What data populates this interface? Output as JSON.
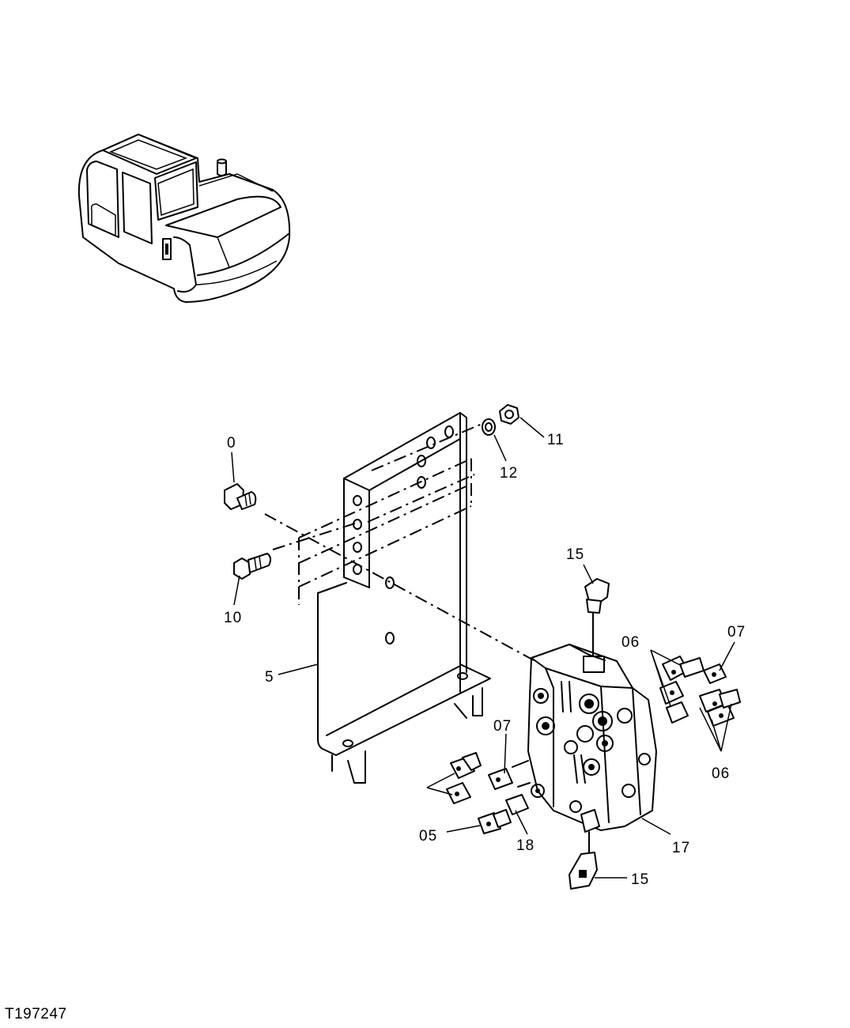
{
  "figure": {
    "id": "T197247"
  },
  "callouts": {
    "c0": "0",
    "c11": "11",
    "c12": "12",
    "c10": "10",
    "c5": "5",
    "c15_top": "15",
    "c06_upper": "06",
    "c07_upper": "07",
    "c07_left": "07",
    "c06_right": "06",
    "c05": "05",
    "c18": "18",
    "c17": "17",
    "c15_bottom": "15"
  }
}
